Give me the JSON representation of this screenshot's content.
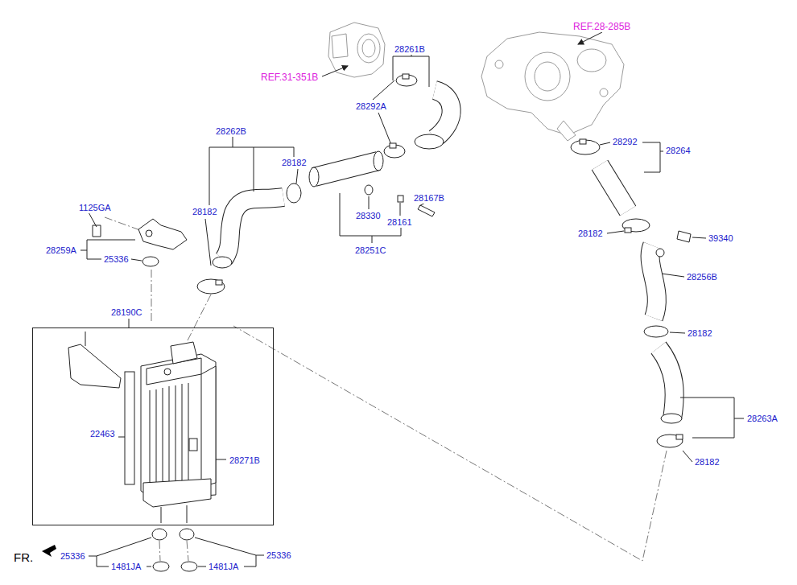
{
  "diagram": {
    "nodes": [
      {
        "text": [
          "28190C",
          "22463",
          "28271B"
        ]
      }
    ],
    "labels": [
      "REF.31-351B",
      "REF.28-285B",
      "28261B",
      "28292A",
      "28262B",
      "28182",
      "28182",
      "28292",
      "28264",
      "1125GA",
      "28167B",
      "28330",
      "28161",
      "28251C",
      "28182",
      "39340",
      "28259A",
      "25336",
      "28256B",
      "28182",
      "28263A",
      "28182",
      "FR.",
      "25336",
      "1481JA",
      "25336",
      "1481JA"
    ]
  }
}
